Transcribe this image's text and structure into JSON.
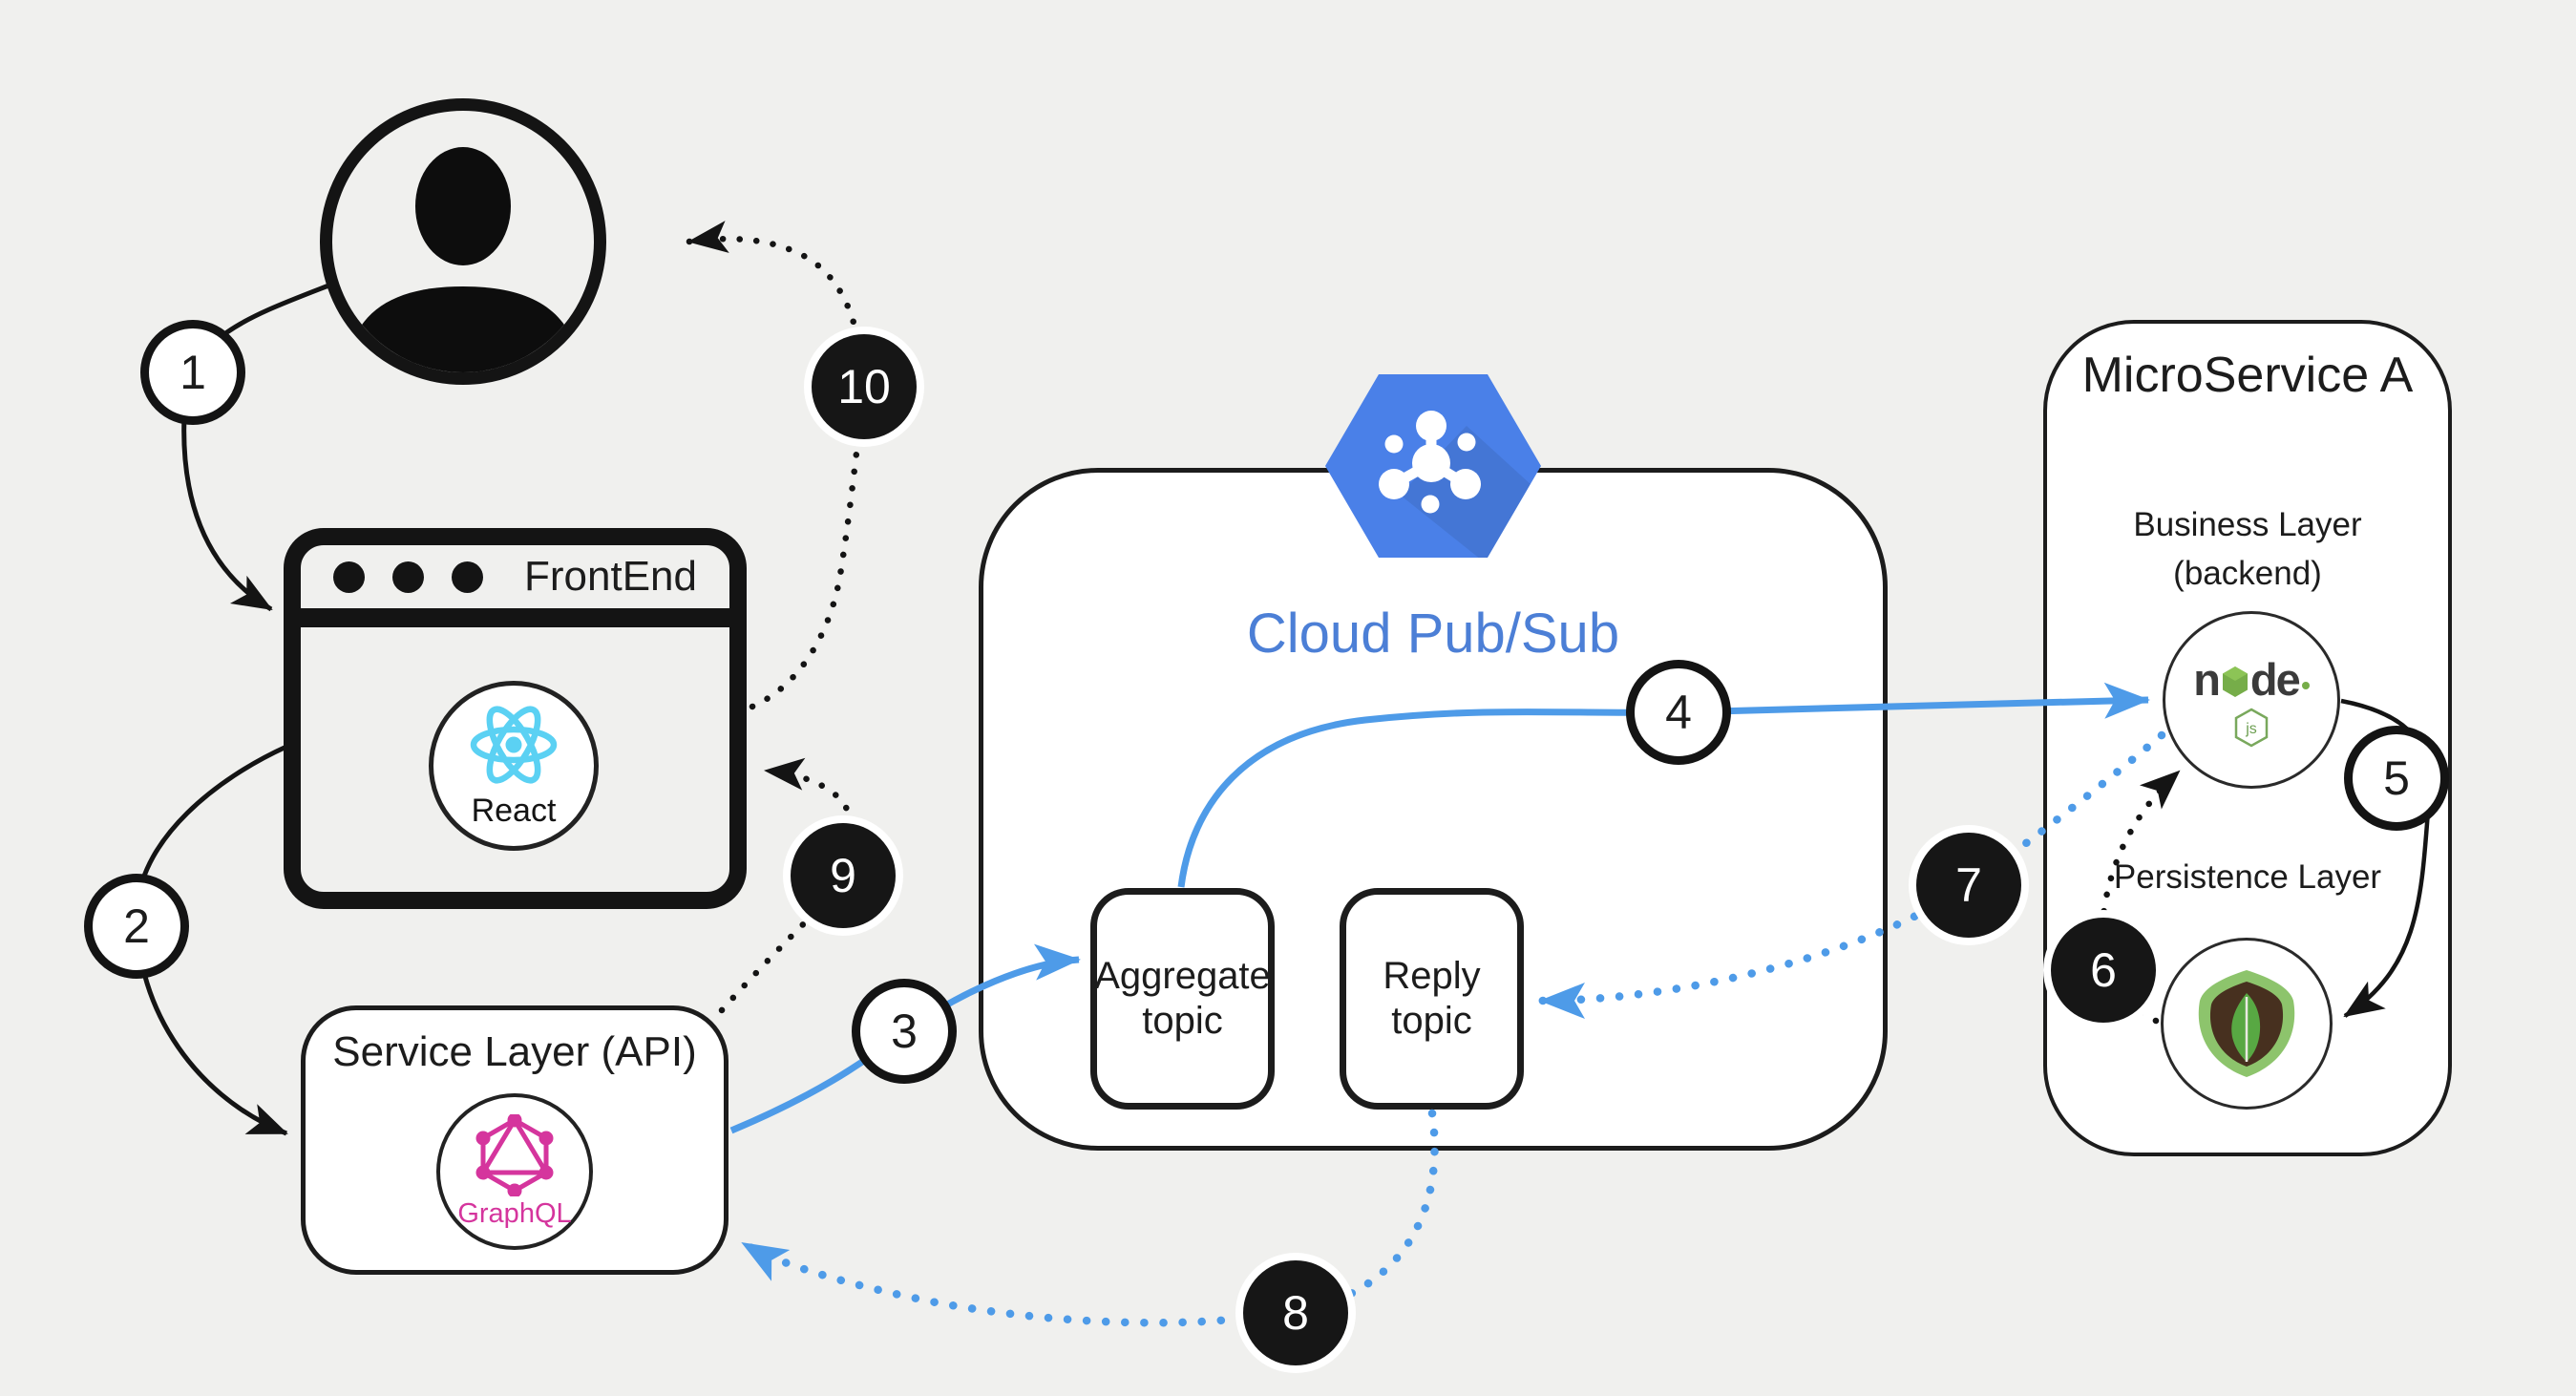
{
  "background": "#f0f0ee",
  "user": {
    "icon": "person"
  },
  "frontend": {
    "title": "FrontEnd",
    "app": "React"
  },
  "service": {
    "title": "Service Layer (API)",
    "app": "GraphQL"
  },
  "pubsub": {
    "title": "Cloud Pub/Sub",
    "topics": [
      {
        "line1": "Aggregate",
        "line2": "topic"
      },
      {
        "line1": "Reply",
        "line2": "topic"
      }
    ]
  },
  "microservice": {
    "title": "MicroService A",
    "business_line1": "Business Layer",
    "business_line2": "(backend)",
    "node_prefix": "n",
    "node_suffix": "de",
    "node_badge": "js",
    "persistence": "Persistence Layer"
  },
  "steps": [
    {
      "label": "1",
      "variant": "light"
    },
    {
      "label": "2",
      "variant": "light"
    },
    {
      "label": "3",
      "variant": "light"
    },
    {
      "label": "4",
      "variant": "light"
    },
    {
      "label": "5",
      "variant": "light"
    },
    {
      "label": "6",
      "variant": "dark"
    },
    {
      "label": "7",
      "variant": "dark"
    },
    {
      "label": "8",
      "variant": "dark"
    },
    {
      "label": "9",
      "variant": "dark"
    },
    {
      "label": "10",
      "variant": "dark"
    }
  ],
  "colors": {
    "accent_blue": "#4e9be8",
    "pubsub_blue": "#4a80e8",
    "pubsub_title_blue": "#4c7fd6",
    "react_cyan": "#5bd1f3",
    "graphql_pink": "#d5359d",
    "node_green": "#76ad49",
    "mongo_green": "#58a843",
    "mongo_shield_green": "#8dc46c",
    "mongo_brown": "#47301f",
    "ink": "#161616"
  }
}
